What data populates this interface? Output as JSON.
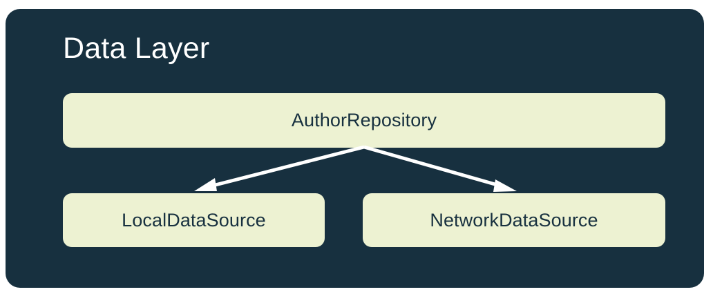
{
  "diagram": {
    "title": "Data Layer",
    "background_color": "#FFFFFF",
    "container_color": "#17303F",
    "node_color": "#EDF2D2",
    "node_text_color": "#17303F",
    "title_color": "#FFFFFF",
    "arrow_color": "#FFFFFF",
    "nodes": [
      {
        "id": "repository",
        "label": "AuthorRepository"
      },
      {
        "id": "local",
        "label": "LocalDataSource"
      },
      {
        "id": "network",
        "label": "NetworkDataSource"
      }
    ],
    "edges": [
      {
        "from": "repository",
        "to": "local",
        "style": "solid-arrow"
      },
      {
        "from": "repository",
        "to": "network",
        "style": "solid-arrow"
      }
    ]
  }
}
